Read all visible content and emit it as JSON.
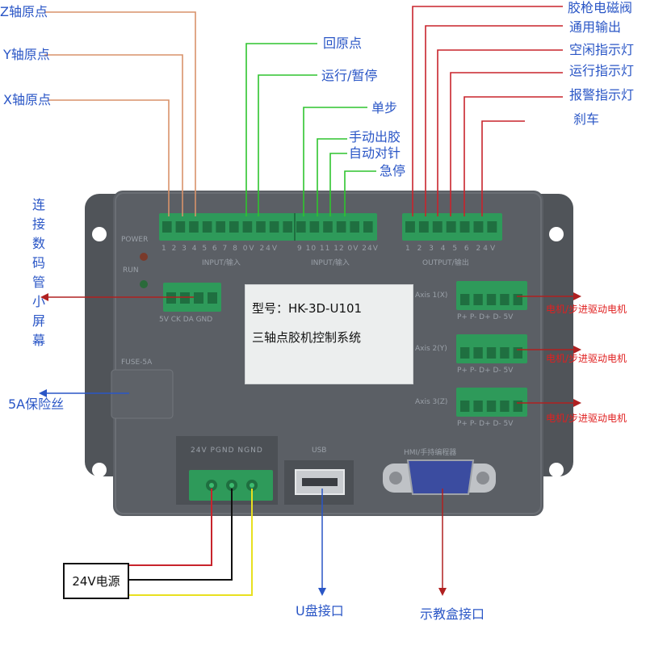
{
  "title": {
    "model": "型号：HK-3D-U101",
    "system": "三轴点胶机控制系统"
  },
  "inputs_left": {
    "z_origin": "Z轴原点",
    "y_origin": "Y轴原点",
    "x_origin": "X轴原点"
  },
  "inputs_mid": {
    "return_origin": "回原点",
    "run_pause": "运行/暂停",
    "single_step": "单步",
    "manual_glue": "手动出胶",
    "auto_needle": "自动对针",
    "emergency_stop": "急停"
  },
  "outputs": {
    "glue_valve": "胶枪电磁阀",
    "general_output": "通用输出",
    "idle_light": "空闲指示灯",
    "run_light": "运行指示灯",
    "alarm_light": "报警指示灯",
    "brake": "刹车"
  },
  "left_side": {
    "display": "连接数码管小屏幕",
    "fuse": "5A保险丝"
  },
  "motors": {
    "axis1": "电机/步进驱动电机",
    "axis2": "电机/步进驱动电机",
    "axis3": "电机/步进驱动电机"
  },
  "bottom": {
    "power": "24V电源",
    "usb": "U盘接口",
    "hmi": "示教盒接口"
  },
  "board": {
    "power_led": "POWER",
    "run_led": "RUN",
    "input_label_1": "INPUT/输入",
    "input_label_2": "INPUT/输入",
    "output_label": "OUTPUT/输出",
    "input_pins_1": "1 2 3 4 5 6 7 8 0V 24V",
    "input_pins_2": "9 10 11 12 0V 24V",
    "output_pins": "1 2 3 4 5 6 24V",
    "display_pins": "5V CK DA GND",
    "axis1": "Axis 1(X)",
    "axis2": "Axis 2(Y)",
    "axis3": "Axis 3(Z)",
    "axis_pins": "P+ P- D+ D- 5V",
    "fuse_label": "FUSE-5A",
    "power_pins": "24V PGND NGND",
    "usb_label": "USB",
    "hmi_label": "HMI/手持编程器"
  },
  "colors": {
    "orange_wire": "#d8926a",
    "green_wire": "#2ec42e",
    "red_wire": "#c8242c",
    "blue_arrow": "#2a56c6",
    "yellow_wire": "#e8e020",
    "board_grey": "#54585e",
    "terminal_green": "#2e9a5a"
  }
}
